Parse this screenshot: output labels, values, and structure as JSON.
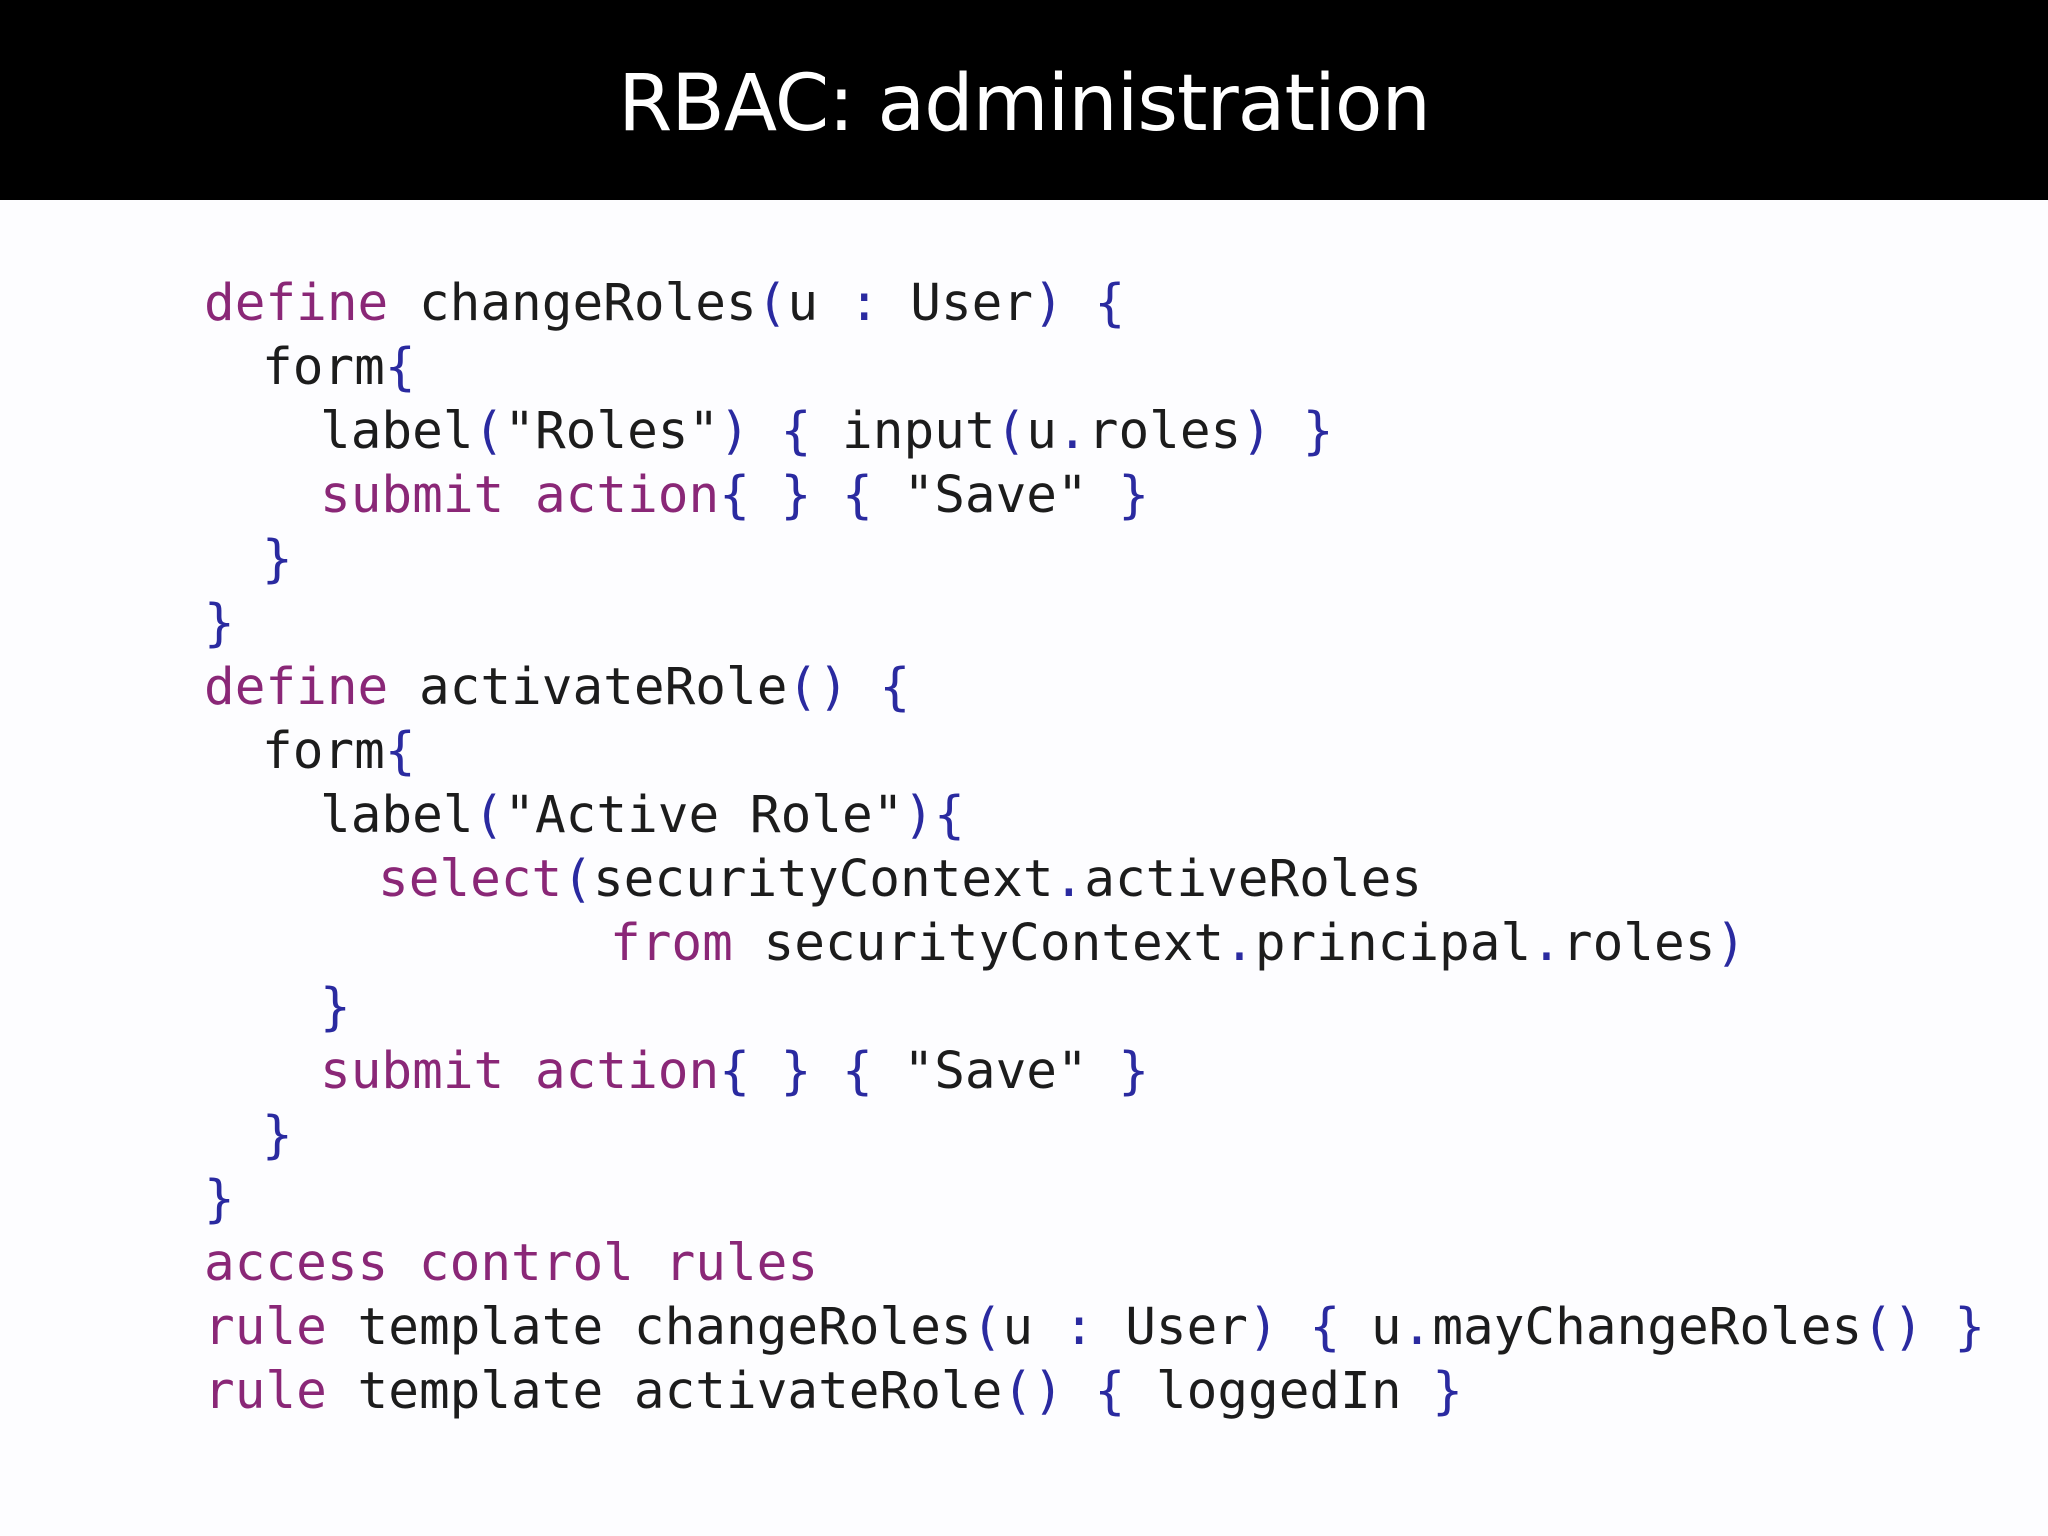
{
  "slide": {
    "title": "RBAC: administration"
  },
  "colors": {
    "title_bar": "#000000",
    "title_text": "#ffffff",
    "keyword": "#8a2777",
    "identifier": "#1c1c1c",
    "bracket": "#2a2aa0",
    "background": "#fdfdff"
  },
  "code": {
    "lines": [
      {
        "indent": 0,
        "segments": [
          {
            "t": "define",
            "k": "kw"
          },
          {
            "t": " changeRoles",
            "k": "id"
          },
          {
            "t": "(",
            "k": "br"
          },
          {
            "t": "u ",
            "k": "id"
          },
          {
            "t": ":",
            "k": "br"
          },
          {
            "t": " User",
            "k": "id"
          },
          {
            "t": ")",
            "k": "br"
          },
          {
            "t": " ",
            "k": "id"
          },
          {
            "t": "{",
            "k": "br"
          }
        ]
      },
      {
        "indent": 1,
        "segments": [
          {
            "t": "form",
            "k": "id"
          },
          {
            "t": "{",
            "k": "br"
          }
        ]
      },
      {
        "indent": 2,
        "segments": [
          {
            "t": "label",
            "k": "id"
          },
          {
            "t": "(",
            "k": "br"
          },
          {
            "t": "\"Roles\"",
            "k": "st"
          },
          {
            "t": ")",
            "k": "br"
          },
          {
            "t": " ",
            "k": "id"
          },
          {
            "t": "{",
            "k": "br"
          },
          {
            "t": " input",
            "k": "id"
          },
          {
            "t": "(",
            "k": "br"
          },
          {
            "t": "u",
            "k": "id"
          },
          {
            "t": ".",
            "k": "br"
          },
          {
            "t": "roles",
            "k": "id"
          },
          {
            "t": ")",
            "k": "br"
          },
          {
            "t": " ",
            "k": "id"
          },
          {
            "t": "}",
            "k": "br"
          }
        ]
      },
      {
        "indent": 2,
        "segments": [
          {
            "t": "submit",
            "k": "kw"
          },
          {
            "t": " ",
            "k": "id"
          },
          {
            "t": "action",
            "k": "kw"
          },
          {
            "t": "{",
            "k": "br"
          },
          {
            "t": " ",
            "k": "id"
          },
          {
            "t": "}",
            "k": "br"
          },
          {
            "t": " ",
            "k": "id"
          },
          {
            "t": "{",
            "k": "br"
          },
          {
            "t": " \"Save\" ",
            "k": "st"
          },
          {
            "t": "}",
            "k": "br"
          }
        ]
      },
      {
        "indent": 1,
        "segments": [
          {
            "t": "}",
            "k": "br"
          }
        ]
      },
      {
        "indent": 0,
        "segments": [
          {
            "t": "}",
            "k": "br"
          }
        ]
      },
      {
        "indent": 0,
        "segments": [
          {
            "t": "define",
            "k": "kw"
          },
          {
            "t": " activateRole",
            "k": "id"
          },
          {
            "t": "()",
            "k": "br"
          },
          {
            "t": " ",
            "k": "id"
          },
          {
            "t": "{",
            "k": "br"
          }
        ]
      },
      {
        "indent": 1,
        "segments": [
          {
            "t": "form",
            "k": "id"
          },
          {
            "t": "{",
            "k": "br"
          }
        ]
      },
      {
        "indent": 2,
        "segments": [
          {
            "t": "label",
            "k": "id"
          },
          {
            "t": "(",
            "k": "br"
          },
          {
            "t": "\"Active Role\"",
            "k": "st"
          },
          {
            "t": ")",
            "k": "br"
          },
          {
            "t": "{",
            "k": "br"
          }
        ]
      },
      {
        "indent": 3,
        "segments": [
          {
            "t": "select",
            "k": "kw"
          },
          {
            "t": "(",
            "k": "br"
          },
          {
            "t": "securityContext",
            "k": "id"
          },
          {
            "t": ".",
            "k": "br"
          },
          {
            "t": "activeRoles",
            "k": "id"
          }
        ]
      },
      {
        "indent": 7,
        "segments": [
          {
            "t": "from",
            "k": "kw"
          },
          {
            "t": " securityContext",
            "k": "id"
          },
          {
            "t": ".",
            "k": "br"
          },
          {
            "t": "principal",
            "k": "id"
          },
          {
            "t": ".",
            "k": "br"
          },
          {
            "t": "roles",
            "k": "id"
          },
          {
            "t": ")",
            "k": "br"
          }
        ]
      },
      {
        "indent": 2,
        "segments": [
          {
            "t": "}",
            "k": "br"
          }
        ]
      },
      {
        "indent": 2,
        "segments": [
          {
            "t": "submit",
            "k": "kw"
          },
          {
            "t": " ",
            "k": "id"
          },
          {
            "t": "action",
            "k": "kw"
          },
          {
            "t": "{",
            "k": "br"
          },
          {
            "t": " ",
            "k": "id"
          },
          {
            "t": "}",
            "k": "br"
          },
          {
            "t": " ",
            "k": "id"
          },
          {
            "t": "{",
            "k": "br"
          },
          {
            "t": " \"Save\" ",
            "k": "st"
          },
          {
            "t": "}",
            "k": "br"
          }
        ]
      },
      {
        "indent": 1,
        "segments": [
          {
            "t": "}",
            "k": "br"
          }
        ]
      },
      {
        "indent": 0,
        "segments": [
          {
            "t": "}",
            "k": "br"
          }
        ]
      },
      {
        "indent": 0,
        "segments": [
          {
            "t": "access control rules",
            "k": "kw"
          }
        ]
      },
      {
        "indent": 0,
        "segments": [
          {
            "t": "rule",
            "k": "kw"
          },
          {
            "t": " template changeRoles",
            "k": "id"
          },
          {
            "t": "(",
            "k": "br"
          },
          {
            "t": "u ",
            "k": "id"
          },
          {
            "t": ":",
            "k": "br"
          },
          {
            "t": " User",
            "k": "id"
          },
          {
            "t": ")",
            "k": "br"
          },
          {
            "t": " ",
            "k": "id"
          },
          {
            "t": "{",
            "k": "br"
          },
          {
            "t": " u",
            "k": "id"
          },
          {
            "t": ".",
            "k": "br"
          },
          {
            "t": "mayChangeRoles",
            "k": "id"
          },
          {
            "t": "()",
            "k": "br"
          },
          {
            "t": " ",
            "k": "id"
          },
          {
            "t": "}",
            "k": "br"
          }
        ]
      },
      {
        "indent": 0,
        "segments": [
          {
            "t": "rule",
            "k": "kw"
          },
          {
            "t": " template activateRole",
            "k": "id"
          },
          {
            "t": "()",
            "k": "br"
          },
          {
            "t": " ",
            "k": "id"
          },
          {
            "t": "{",
            "k": "br"
          },
          {
            "t": " loggedIn ",
            "k": "id"
          },
          {
            "t": "}",
            "k": "br"
          }
        ]
      }
    ]
  }
}
